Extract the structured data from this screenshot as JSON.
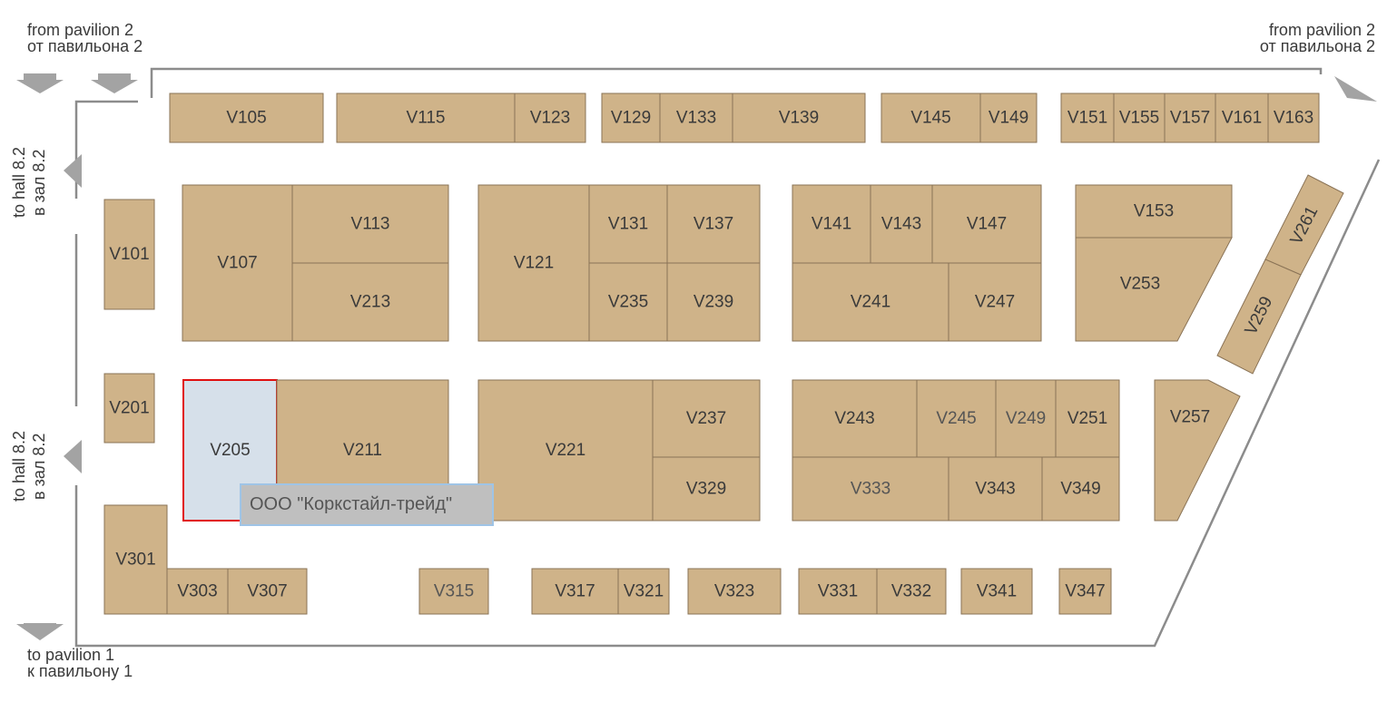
{
  "colors": {
    "booth_fill": "#cfb389",
    "booth_stroke": "#8a7356",
    "booth_text": "#3a3a3a",
    "booth_text_muted": "#555555",
    "selected_fill": "#d6e0ea",
    "selected_stroke": "#e01010",
    "wall": "#8c8c8c",
    "arrow": "#a3a3a3",
    "tooltip_bg": "#bfbfbf",
    "tooltip_border": "#9fc4e6"
  },
  "directions": {
    "top_left_en": "from pavilion 2",
    "top_left_ru": "от павильона 2",
    "top_right_en": "from pavilion 2",
    "top_right_ru": "от павильона 2",
    "left_upper_en": "to hall 8.2",
    "left_upper_ru": "в зал 8.2",
    "left_lower_en": "to hall 8.2",
    "left_lower_ru": "в зал 8.2",
    "bottom_left_en": "to pavilion 1",
    "bottom_left_ru": "к павильону 1"
  },
  "selected_booth": "V205",
  "tooltip": "ООО \"Коркстайл-трейд\"",
  "booths": [
    {
      "id": "V105"
    },
    {
      "id": "V115"
    },
    {
      "id": "V123"
    },
    {
      "id": "V129"
    },
    {
      "id": "V133"
    },
    {
      "id": "V139"
    },
    {
      "id": "V145"
    },
    {
      "id": "V149"
    },
    {
      "id": "V151"
    },
    {
      "id": "V155"
    },
    {
      "id": "V157"
    },
    {
      "id": "V161"
    },
    {
      "id": "V163"
    },
    {
      "id": "V101"
    },
    {
      "id": "V107"
    },
    {
      "id": "V113"
    },
    {
      "id": "V213"
    },
    {
      "id": "V121"
    },
    {
      "id": "V131"
    },
    {
      "id": "V137"
    },
    {
      "id": "V235"
    },
    {
      "id": "V239"
    },
    {
      "id": "V141"
    },
    {
      "id": "V143"
    },
    {
      "id": "V147"
    },
    {
      "id": "V241"
    },
    {
      "id": "V247"
    },
    {
      "id": "V153"
    },
    {
      "id": "V253"
    },
    {
      "id": "V261"
    },
    {
      "id": "V259"
    },
    {
      "id": "V201"
    },
    {
      "id": "V205"
    },
    {
      "id": "V211"
    },
    {
      "id": "V221"
    },
    {
      "id": "V237"
    },
    {
      "id": "V329"
    },
    {
      "id": "V243"
    },
    {
      "id": "V245"
    },
    {
      "id": "V249"
    },
    {
      "id": "V251"
    },
    {
      "id": "V333"
    },
    {
      "id": "V343"
    },
    {
      "id": "V349"
    },
    {
      "id": "V257"
    },
    {
      "id": "V301"
    },
    {
      "id": "V303"
    },
    {
      "id": "V307"
    },
    {
      "id": "V315"
    },
    {
      "id": "V317"
    },
    {
      "id": "V321"
    },
    {
      "id": "V323"
    },
    {
      "id": "V331"
    },
    {
      "id": "V332"
    },
    {
      "id": "V341"
    },
    {
      "id": "V347"
    }
  ]
}
